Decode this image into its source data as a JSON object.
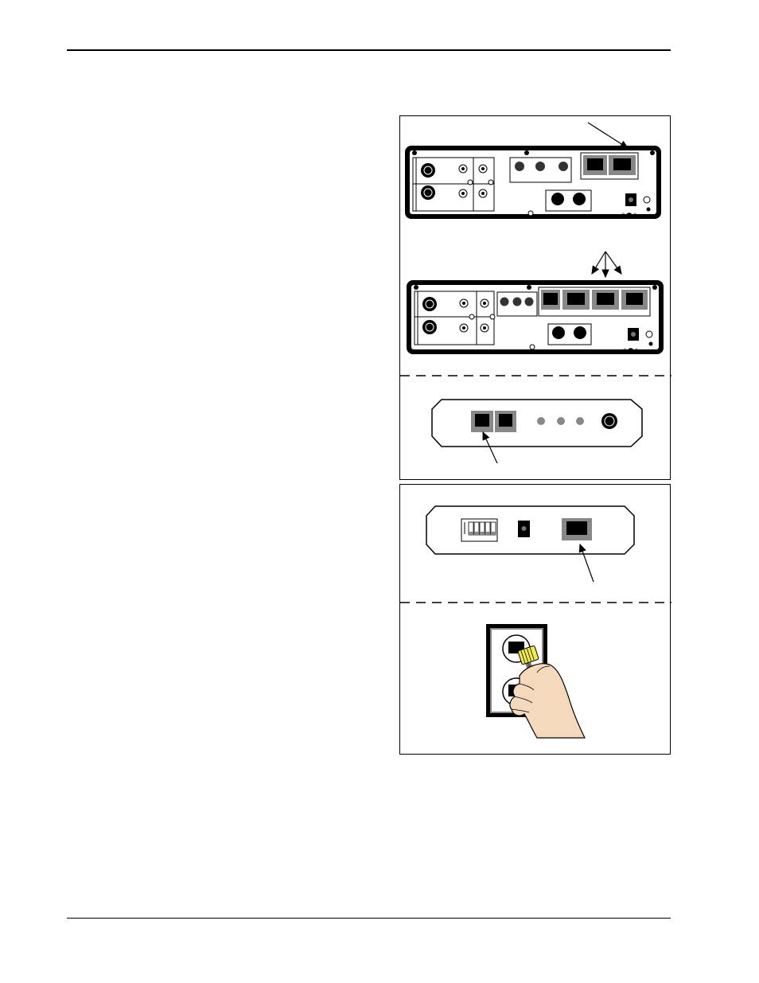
{
  "document": {
    "header_text": "",
    "footer_text": "",
    "figures": [
      {
        "id": "panel-a",
        "subfigures": [
          "back-panel-two-line-ports",
          "back-panel-four-line-ports",
          "module-side-view"
        ],
        "callout_labels": []
      },
      {
        "id": "panel-b",
        "subfigures": [
          "wall-adapter-with-dip-switch",
          "hand-plugging-cord-into-wall-jack"
        ],
        "callout_labels": []
      }
    ]
  }
}
